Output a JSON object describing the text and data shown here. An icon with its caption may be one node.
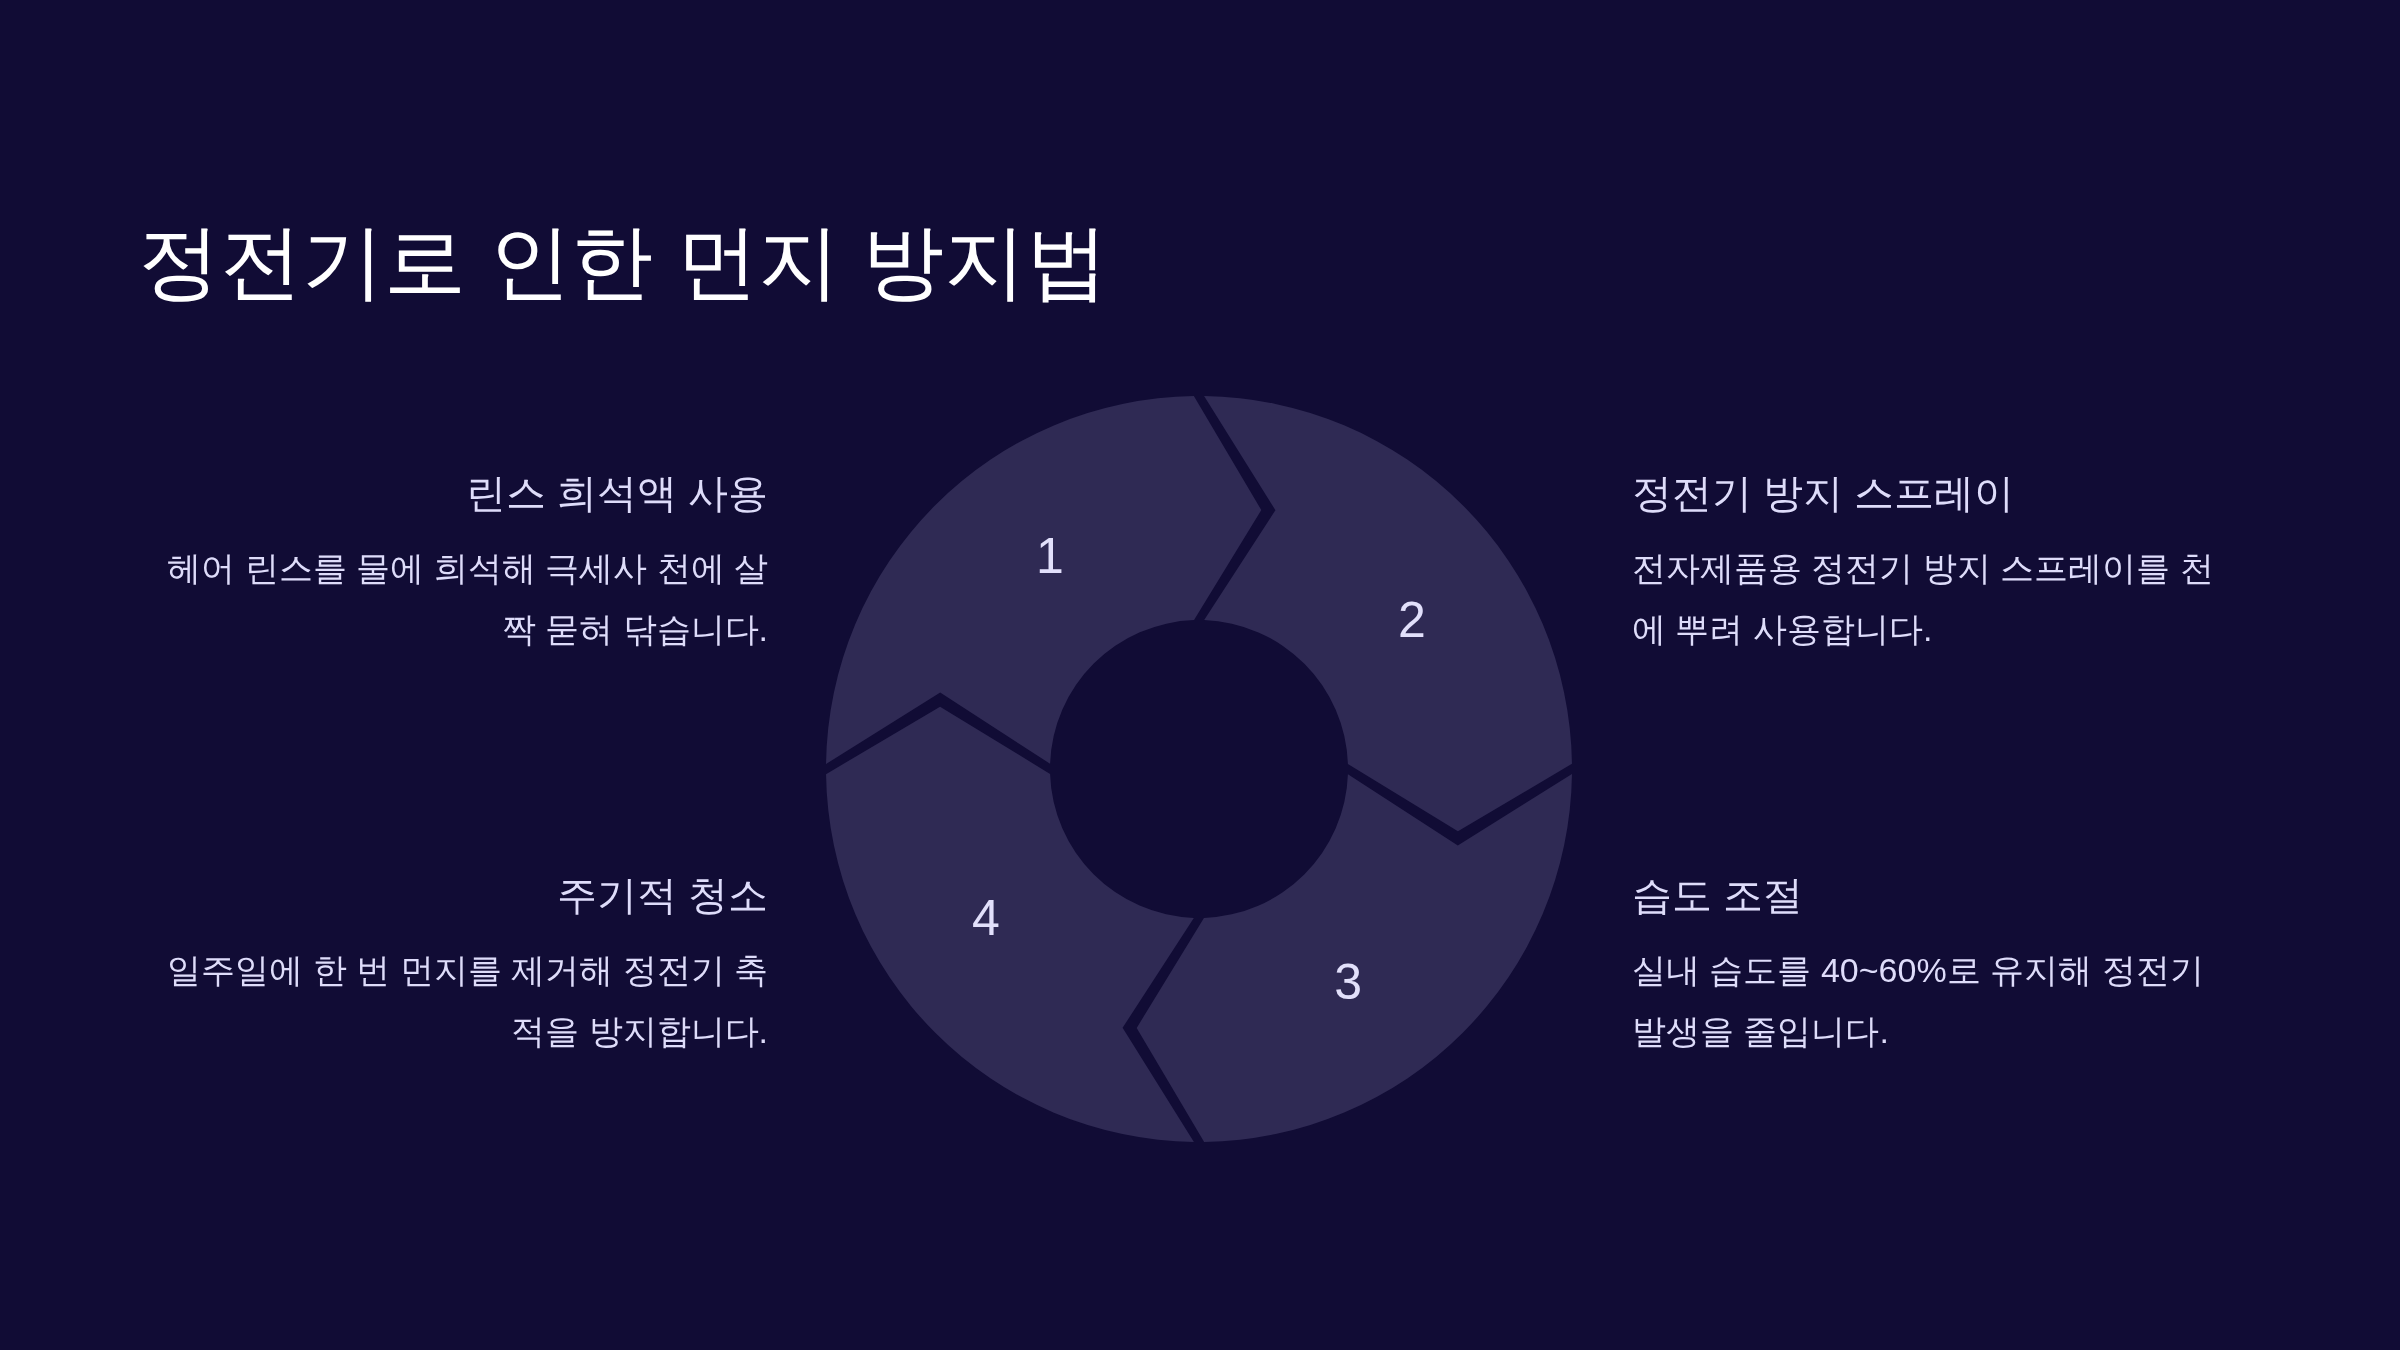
{
  "diagram": {
    "title": "정전기로 인한 먼지 방지법",
    "nodes": [
      {
        "text": [
          "1"
        ],
        "beside": [
          "린스 희석액 사용",
          "헤어 린스를 물에 희석해 극세사 천에 살짝 묻혀 닦습니다."
        ]
      },
      {
        "text": [
          "2"
        ],
        "beside": [
          "정전기 방지 스프레이",
          "전자제품용 정전기 방지 스프레이를 천에 뿌려 사용합니다."
        ]
      },
      {
        "text": [
          "3"
        ],
        "beside": [
          "습도 조절",
          "실내 습도를 40~60%로 유지해 정전기 발생을 줄입니다."
        ]
      },
      {
        "text": [
          "4"
        ],
        "beside": [
          "주기적 청소",
          "일주일에 한 번 먼지를 제거해 정전기 축적을 방지합니다."
        ]
      }
    ]
  }
}
